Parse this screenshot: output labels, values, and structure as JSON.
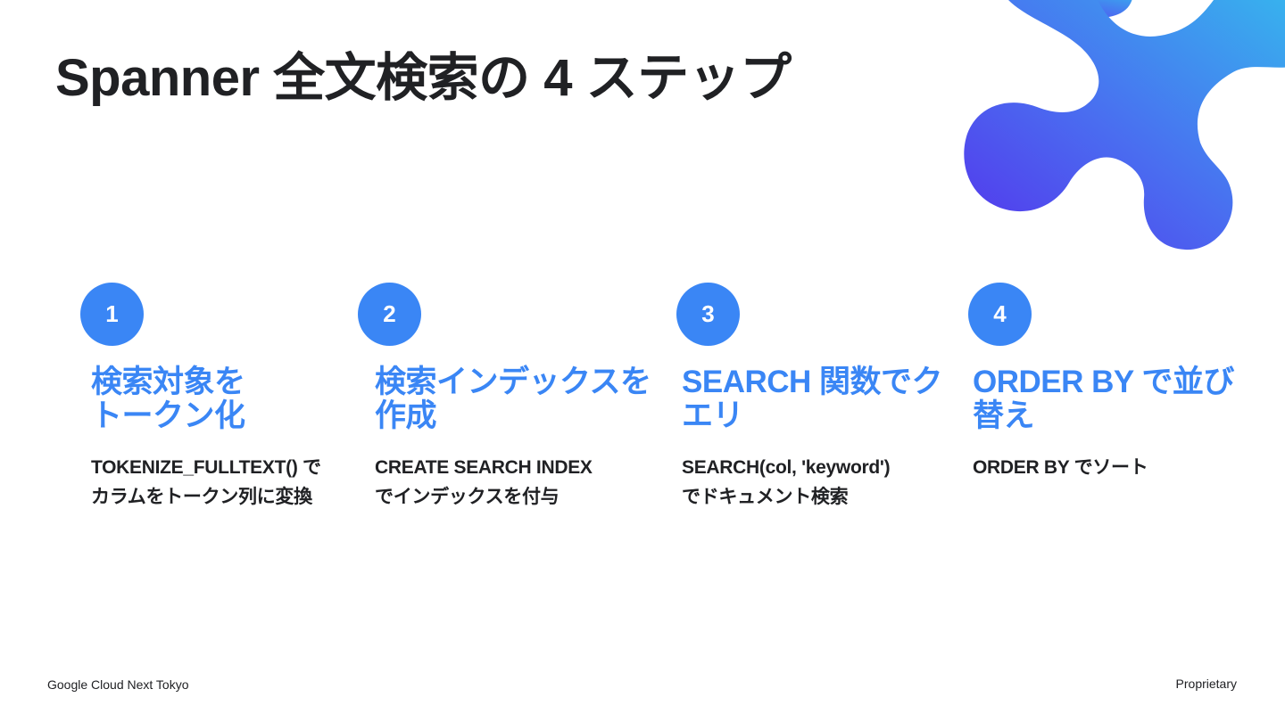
{
  "slide": {
    "title": "Spanner 全文検索の 4 ステップ"
  },
  "steps": [
    {
      "number": "1",
      "title_lines": [
        "検索対象を",
        "トークン化"
      ],
      "desc_lines": [
        "TOKENIZE_FULLTEXT() で",
        "カラムをトークン列に変換"
      ]
    },
    {
      "number": "2",
      "title_lines": [
        "検索インデックスを",
        "作成"
      ],
      "desc_lines": [
        "CREATE SEARCH INDEX",
        "でインデックスを付与"
      ]
    },
    {
      "number": "3",
      "title_lines": [
        "SEARCH 関数でク",
        "エリ"
      ],
      "desc_lines": [
        "SEARCH(col, 'keyword')",
        "でドキュメント検索"
      ]
    },
    {
      "number": "4",
      "title_lines": [
        "ORDER BY で並び",
        "替え"
      ],
      "desc_lines": [
        "ORDER BY でソート"
      ]
    }
  ],
  "footer": {
    "left": "Google Cloud Next Tokyo",
    "right": "Proprietary"
  },
  "colors": {
    "accent": "#3a86f5",
    "text": "#202124",
    "gradient_start": "#5434ec",
    "gradient_end": "#37b3ee"
  },
  "decoration": {
    "icon": "blob-shape-icon"
  }
}
